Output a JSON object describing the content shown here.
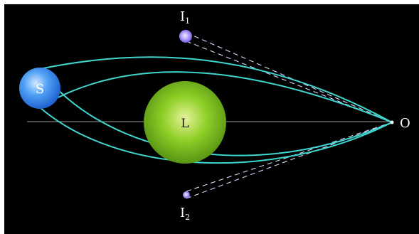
{
  "diagram": {
    "labels": {
      "source": "S",
      "lens": "L",
      "observer": "O",
      "image1_letter": "I",
      "image1_sub": "1",
      "image2_letter": "I",
      "image2_sub": "2"
    },
    "colors": {
      "background": "#000000",
      "frame": "#ffffff",
      "light_path": "#3fd6cf",
      "sight_line": "#d9d9ff",
      "axis": "#9a9a9a",
      "source": "#3b8cf0",
      "lens": "#7fc31f",
      "image": "#b9a6ff"
    }
  }
}
